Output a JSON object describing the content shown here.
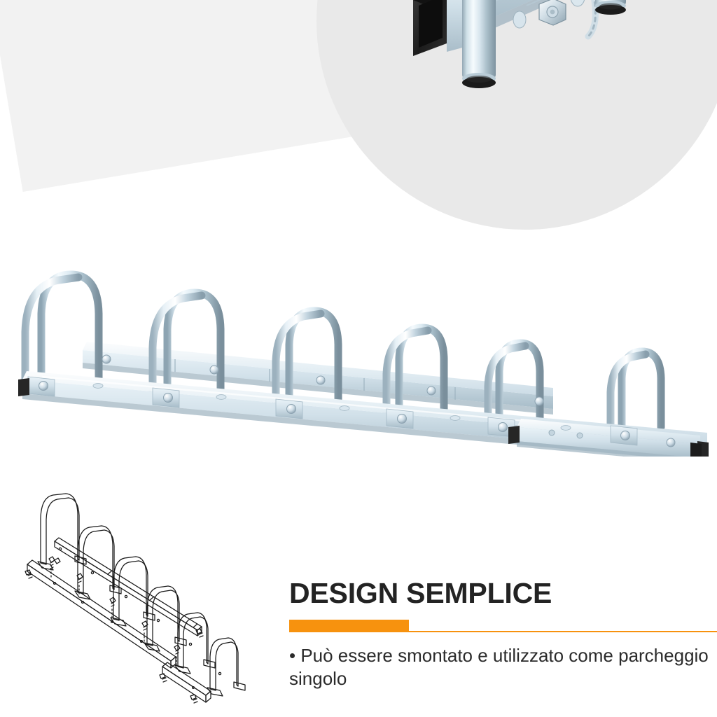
{
  "banner": {
    "headline": "DESIGN SEMPLICE",
    "bullets": [
      "• Può essere smontato e utilizzato come parcheggio singolo"
    ],
    "accent_color": "#f7920e",
    "headline_color": "#232323",
    "band_color": "#f2f2f2",
    "circle_color": "#e9e9e9"
  },
  "hero_inset": {
    "caption": "",
    "alt": "Close-up of galvanized steel bike rack base rail with hex bolt, welded tube legs and black plastic end cap",
    "parts": {
      "end_cap": "black-plastic-end-cap",
      "bolt": "hex-bolt",
      "rail": "galvanized-steel-rail",
      "legs": "steel-tube-legs",
      "foot_ring": "black-rubber-foot-ring"
    }
  },
  "main_photo": {
    "alt": "Six-bike galvanized steel floor rack shown with one parking section detached at right",
    "hoop_pairs_attached": 5,
    "hoop_pairs_detached": 1,
    "total_parking_slots": 6,
    "metal_color_light": "#f2f7fa",
    "metal_color_mid": "#c6d6e0",
    "metal_color_dark": "#8fa7b5",
    "end_cap_color": "#2a2a2a"
  },
  "line_drawing": {
    "alt": "Exploded isometric assembly diagram of the bike rack: six hoops, two rails and fixing screws",
    "hoops": 6,
    "rails": 2,
    "screws": 8,
    "stroke_color": "#1a1a1a"
  }
}
